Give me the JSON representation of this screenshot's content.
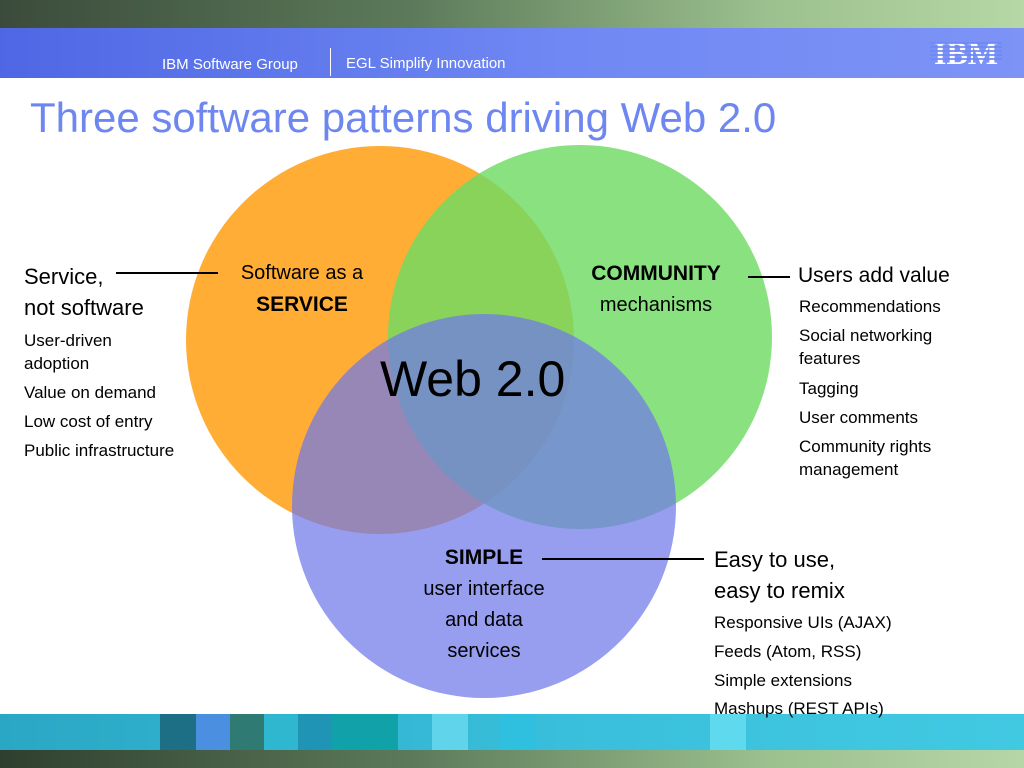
{
  "header": {
    "brand": "IBM Software Group",
    "subtitle": "EGL Simplify Innovation",
    "logo": "IBM"
  },
  "title": "Three software patterns driving Web 2.0",
  "venn": {
    "center_label": "Web 2.0",
    "colors": {
      "service": "#ffa726",
      "community": "#7ede73",
      "simple": "#8f96f2",
      "title": "#6e86f0",
      "header": "#6f88f3"
    },
    "service": {
      "circle_line1": "Software as a",
      "circle_line2": "SERVICE",
      "callout_line1": "Service,",
      "callout_line2": "not software",
      "bullets": [
        "User-driven adoption",
        "Value on demand",
        "Low cost of entry",
        "Public infrastructure"
      ]
    },
    "community": {
      "circle_line1": "COMMUNITY",
      "circle_line2": "mechanisms",
      "callout": "Users add value",
      "bullets": [
        "Recommendations",
        "Social networking features",
        "Tagging",
        "User comments",
        "Community rights management"
      ]
    },
    "simple": {
      "circle_line1": "SIMPLE",
      "circle_line2": "user interface",
      "circle_line3": "and data",
      "circle_line4": "services",
      "callout_line1": "Easy to use,",
      "callout_line2": "easy to remix",
      "bullets": [
        "Responsive UIs (AJAX)",
        "Feeds (Atom, RSS)",
        "Simple extensions",
        "Mashups (REST APIs)"
      ]
    }
  }
}
